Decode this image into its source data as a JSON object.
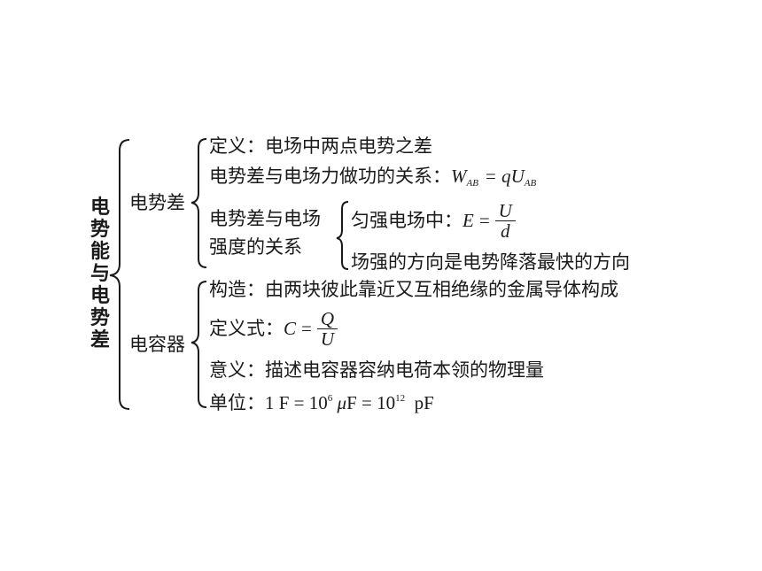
{
  "root": {
    "title": "电势能与电势差"
  },
  "branch1": {
    "title": "电势差",
    "definition": "定义：电场中两点电势之差",
    "work_relation_prefix": "电势差与电场力做功的关系：",
    "work_W": "W",
    "work_W_sub": "AB",
    "work_eq": "= q",
    "work_U": "U",
    "work_U_sub": "AB",
    "field_relation_line1": "电势差与电场",
    "field_relation_line2": "强度的关系",
    "uniform_prefix": "匀强电场中：",
    "uniform_E": "E",
    "uniform_eq": "=",
    "uniform_num": "U",
    "uniform_den": "d",
    "direction_text": "场强的方向是电势降落最快的方向"
  },
  "branch2": {
    "title": "电容器",
    "structure": "构造：由两块彼此靠近又互相绝缘的金属导体构成",
    "formula_prefix": "定义式：",
    "formula_C": "C",
    "formula_eq": "=",
    "formula_num": "Q",
    "formula_den": "U",
    "meaning": "意义：描述电容器容纳电荷本领的物理量",
    "unit_prefix": "单位：",
    "unit_a": "1  F = 10",
    "unit_exp1": "6",
    "unit_b": " ",
    "unit_mu": "μ",
    "unit_c": "F = 10",
    "unit_exp2": "12",
    "unit_d": "  pF"
  }
}
